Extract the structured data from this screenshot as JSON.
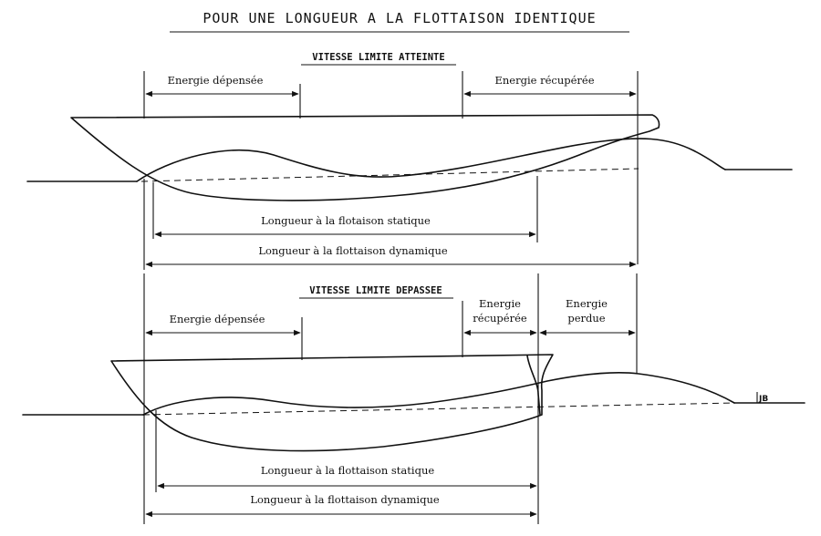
{
  "title": "POUR UNE LONGUEUR A LA FLOTTAISON IDENTIQUE",
  "top_diagram": {
    "heading": "VITESSE LIMITE ATTEINTE",
    "energy_spent": "Energie dépensée",
    "energy_recovered": "Energie récupérée",
    "static_waterline": "Longueur à la flotaison statique",
    "dynamic_waterline": "Longueur à la flottaison dynamique"
  },
  "bottom_diagram": {
    "heading": "VITESSE LIMITE DEPASSEE",
    "energy_spent": "Energie dépensée",
    "energy_recovered_line1": "Energie",
    "energy_recovered_line2": "récupérée",
    "energy_lost_line1": "Energie",
    "energy_lost_line2": "perdue",
    "static_waterline": "Longueur à la flottaison statique",
    "dynamic_waterline": "Longueur à la flottaison dynamique"
  },
  "signature": "JB"
}
